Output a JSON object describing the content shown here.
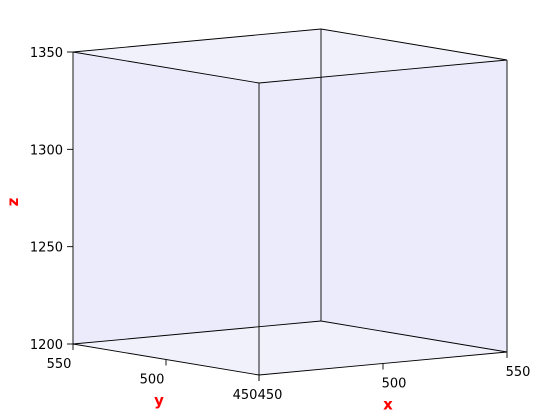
{
  "chart_data": {
    "type": "3d-box",
    "title": "",
    "xlabel": "x",
    "ylabel": "y",
    "zlabel": "z",
    "xlim": [
      450,
      550
    ],
    "ylim": [
      450,
      550
    ],
    "zlim": [
      1200,
      1350
    ],
    "x_ticks": [
      "450",
      "500",
      "550"
    ],
    "y_ticks": [
      "550",
      "500",
      "450"
    ],
    "z_ticks": [
      "1200",
      "1250",
      "1300",
      "1350"
    ],
    "box": {
      "x": [
        450,
        550
      ],
      "y": [
        450,
        550
      ],
      "z": [
        1200,
        1350
      ],
      "face_color": "#e6e6fa",
      "edge_color": "#000000"
    },
    "axis_label_color": "#ff0000",
    "grid": false
  }
}
